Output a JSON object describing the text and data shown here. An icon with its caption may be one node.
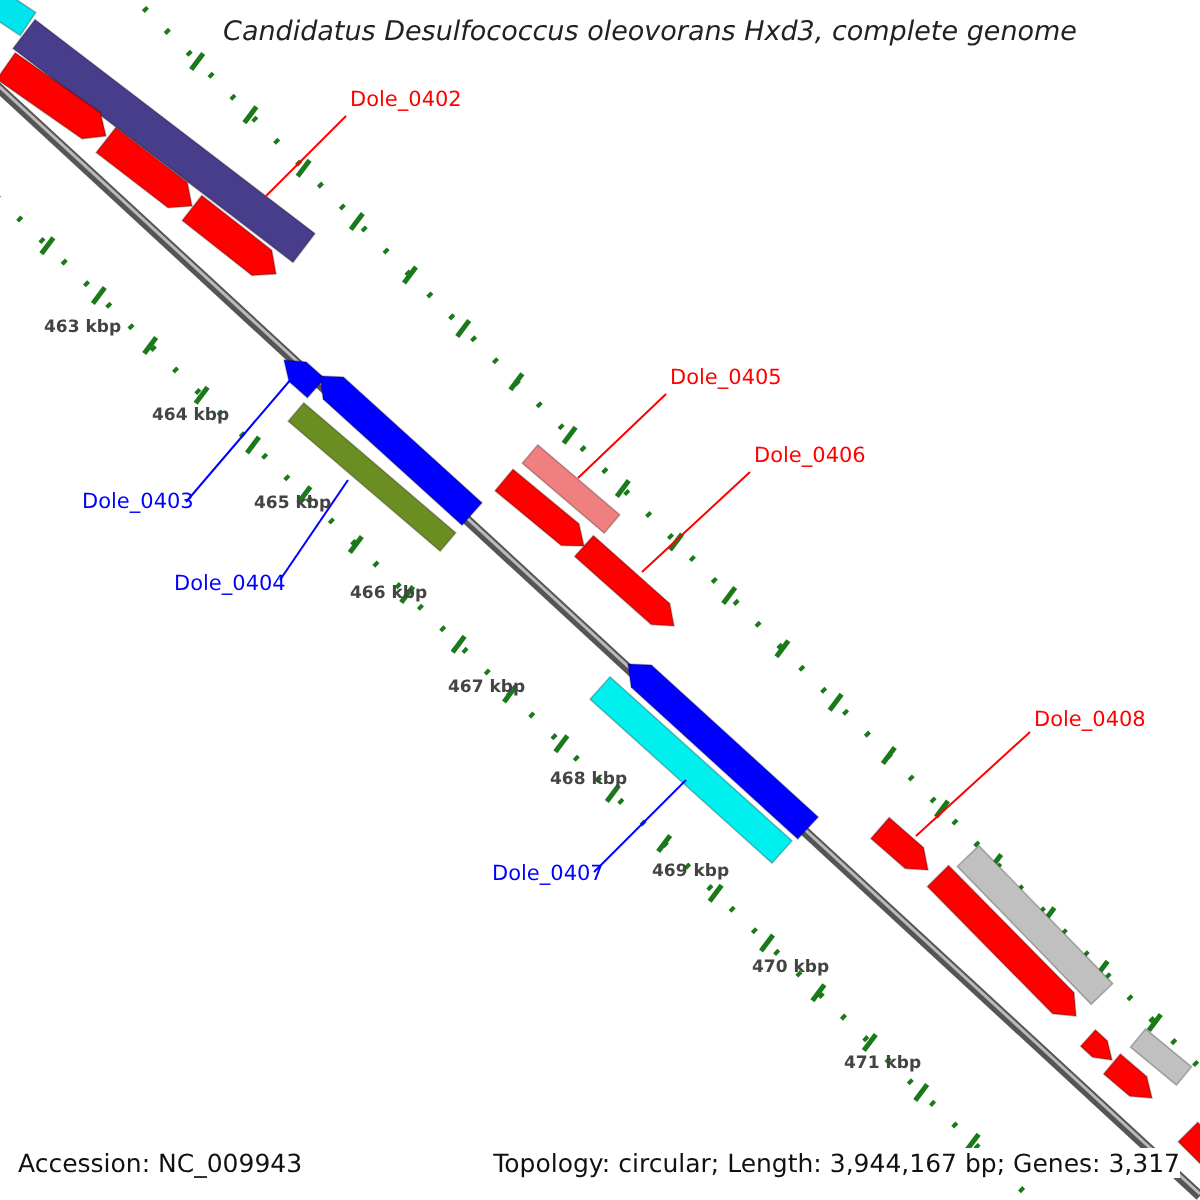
{
  "diagram": {
    "title": "Candidatus Desulfococcus oleovorans Hxd3, complete genome",
    "nodes": [
      {
        "text": [
          "Dole_0402"
        ]
      },
      {
        "text": [],
        "shape": "bar"
      },
      {
        "text": [
          "Dole_0405"
        ]
      },
      {
        "text": [],
        "shape": "bar"
      },
      {
        "text": [
          "Dole_0406"
        ]
      },
      {
        "text": [],
        "shape": "bar"
      },
      {
        "text": [
          "Dole_0403"
        ]
      },
      {
        "text": [],
        "shape": "bar"
      },
      {
        "text": [
          "Dole_0404"
        ]
      },
      {
        "text": [],
        "shape": "bar"
      },
      {
        "text": [
          "Dole_0408"
        ]
      },
      {
        "text": [],
        "shape": "bar"
      },
      {
        "text": [
          "Dole_0407"
        ]
      },
      {
        "text": [],
        "shape": "bar"
      },
      {
        "text": [],
        "shape": "bar"
      },
      {
        "text": [],
        "shape": "bar"
      },
      {
        "text": [],
        "shape": "bar"
      },
      {
        "text": [],
        "shape": "bar"
      },
      {
        "text": [],
        "shape": "bar"
      },
      {
        "text": [],
        "shape": "bar"
      },
      {
        "text": [],
        "shape": "bar"
      },
      {
        "text": [],
        "shape": "bar"
      },
      {
        "text": [],
        "shape": "bar"
      },
      {
        "text": [],
        "shape": "bar"
      },
      {
        "text": [],
        "shape": "bar"
      },
      {
        "text": [],
        "shape": "bar"
      },
      {
        "text": [],
        "shape": "bar"
      }
    ],
    "edges": [
      {
        "from": 0,
        "to": 1,
        "arrow": "none"
      },
      {
        "from": 2,
        "to": 3,
        "arrow": "none"
      },
      {
        "from": 4,
        "to": 5,
        "arrow": "none"
      },
      {
        "from": 6,
        "to": 7,
        "arrow": "none",
        "color": "#0000ff"
      },
      {
        "from": 8,
        "to": 9,
        "arrow": "none",
        "color": "#0000ff"
      },
      {
        "from": 10,
        "to": 11,
        "arrow": "none"
      },
      {
        "from": 12,
        "to": 13,
        "arrow": "none",
        "color": "#0000ff"
      }
    ],
    "labels": [
      "463 kbp",
      "464 kbp",
      "465 kbp",
      "466 kbp",
      "467 kbp",
      "468 kbp",
      "469 kbp",
      "470 kbp",
      "471 kbp",
      "Accession: NC_009943",
      "Topology: circular; Length: 3,944,167 bp; Genes: 3,317"
    ]
  }
}
